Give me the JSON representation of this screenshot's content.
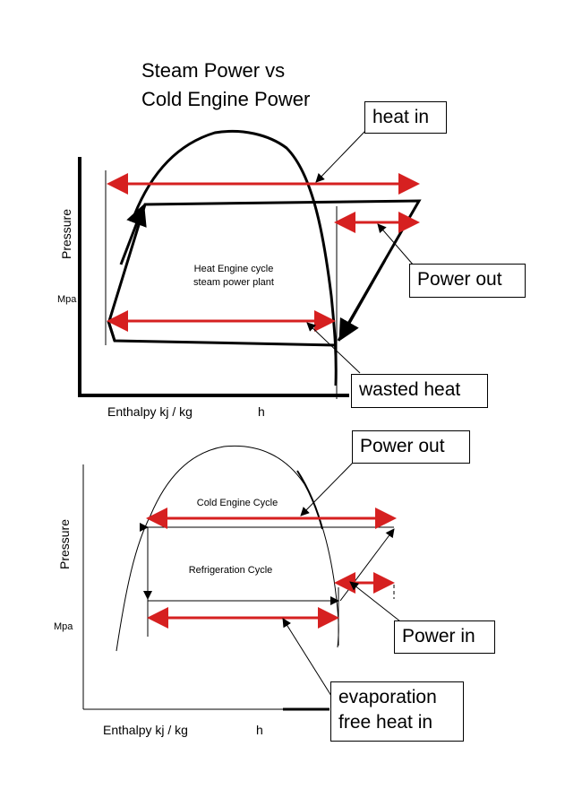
{
  "title": {
    "line1": "Steam Power vs",
    "line2": "Cold Engine Power"
  },
  "top_diagram": {
    "y_axis_label": "Pressure",
    "y_unit": "Mpa",
    "x_axis_label": "Enthalpy kj / kg",
    "x_symbol": "h",
    "cycle_label_1": "Heat Engine cycle",
    "cycle_label_2": "steam power plant",
    "callouts": {
      "heat_in": "heat in",
      "power_out": "Power out",
      "wasted_heat": "wasted heat"
    }
  },
  "bottom_diagram": {
    "y_axis_label": "Pressure",
    "y_unit": "Mpa",
    "x_axis_label": "Enthalpy kj / kg",
    "x_symbol": "h",
    "cycle_label_1": "Cold Engine Cycle",
    "cycle_label_2": "Refrigeration Cycle",
    "callouts": {
      "power_out": "Power out",
      "power_in": "Power in",
      "evaporation_1": "evaporation",
      "evaporation_2": "free heat in"
    }
  },
  "colors": {
    "arrow_red": "#d62020",
    "line": "#000000"
  }
}
